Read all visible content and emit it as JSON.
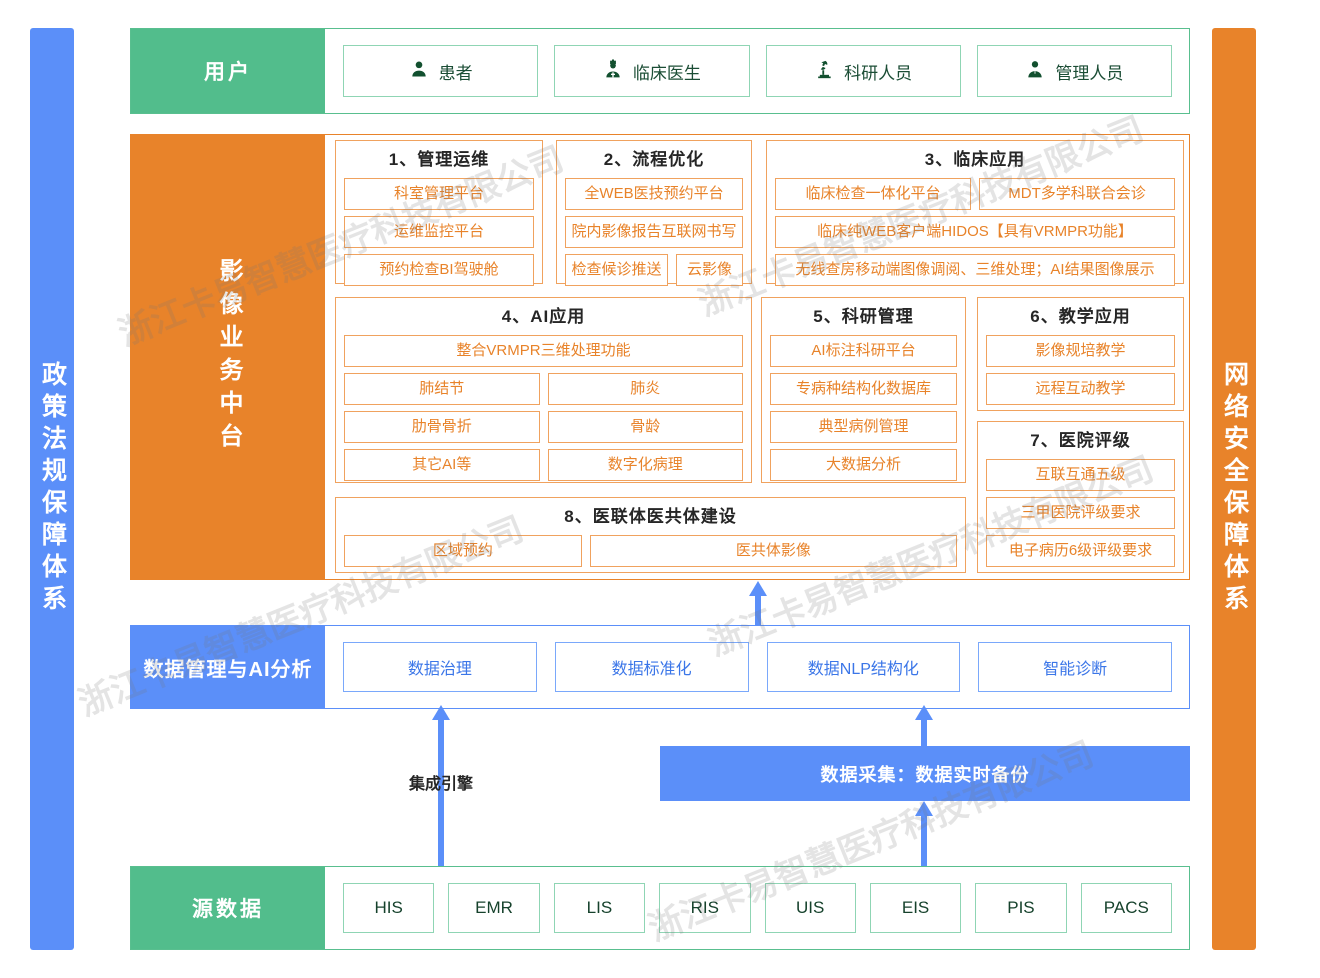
{
  "sidebars": {
    "left": {
      "text": "政策法规保障体系",
      "color": "#5b8ff9"
    },
    "right": {
      "text": "网络安全保障体系",
      "color": "#e8832a"
    }
  },
  "users_row": {
    "label": "用户",
    "color": "#52bd8c",
    "items": [
      {
        "label": "患者",
        "icon": "user-icon"
      },
      {
        "label": "临床医生",
        "icon": "doctor-icon"
      },
      {
        "label": "科研人员",
        "icon": "microscope-icon"
      },
      {
        "label": "管理人员",
        "icon": "manager-icon"
      }
    ]
  },
  "middle": {
    "label": "影像业务中台",
    "color": "#e8832a",
    "sections": [
      {
        "title": "1、管理运维",
        "rows": [
          [
            "科室管理平台"
          ],
          [
            "运维监控平台"
          ],
          [
            "预约检查BI驾驶舱"
          ]
        ]
      },
      {
        "title": "2、流程优化",
        "rows": [
          [
            "全WEB医技预约平台"
          ],
          [
            "院内影像报告互联网书写"
          ],
          [
            "检查候诊推送",
            "云影像"
          ]
        ]
      },
      {
        "title": "3、临床应用",
        "rows": [
          [
            "临床检查一体化平台",
            "MDT多学科联合会诊"
          ],
          [
            "临床纯WEB客户端HIDOS【具有VRMPR功能】"
          ],
          [
            "无线查房移动端图像调阅、三维处理；AI结果图像展示"
          ]
        ]
      },
      {
        "title": "4、AI应用",
        "rows": [
          [
            "整合VRMPR三维处理功能"
          ],
          [
            "肺结节",
            "肺炎"
          ],
          [
            "肋骨骨折",
            "骨龄"
          ],
          [
            "其它AI等",
            "数字化病理"
          ]
        ]
      },
      {
        "title": "5、科研管理",
        "rows": [
          [
            "AI标注科研平台"
          ],
          [
            "专病种结构化数据库"
          ],
          [
            "典型病例管理"
          ],
          [
            "大数据分析"
          ]
        ]
      },
      {
        "title": "6、教学应用",
        "rows": [
          [
            "影像规培教学"
          ],
          [
            "远程互动教学"
          ]
        ]
      },
      {
        "title": "7、医院评级",
        "rows": [
          [
            "互联互通五级"
          ],
          [
            "三甲医院评级要求"
          ],
          [
            "电子病历6级评级要求"
          ]
        ]
      },
      {
        "title": "8、医联体医共体建设",
        "rows": [
          [
            "区域预约",
            "医共体影像"
          ]
        ]
      }
    ]
  },
  "data_row": {
    "label": "数据管理与AI分析",
    "color": "#5b8ff9",
    "items": [
      "数据治理",
      "数据标准化",
      "数据NLP结构化",
      "智能诊断"
    ]
  },
  "collection": {
    "bar_label": "数据采集：数据实时备份",
    "engine_label": "集成引擎",
    "color": "#5b8ff9"
  },
  "source_row": {
    "label": "源数据",
    "color": "#52bd8c",
    "items": [
      "HIS",
      "EMR",
      "LIS",
      "RIS",
      "UIS",
      "EIS",
      "PIS",
      "PACS"
    ]
  },
  "watermark": {
    "text": "浙江卡易智慧医疗科技有限公司"
  }
}
